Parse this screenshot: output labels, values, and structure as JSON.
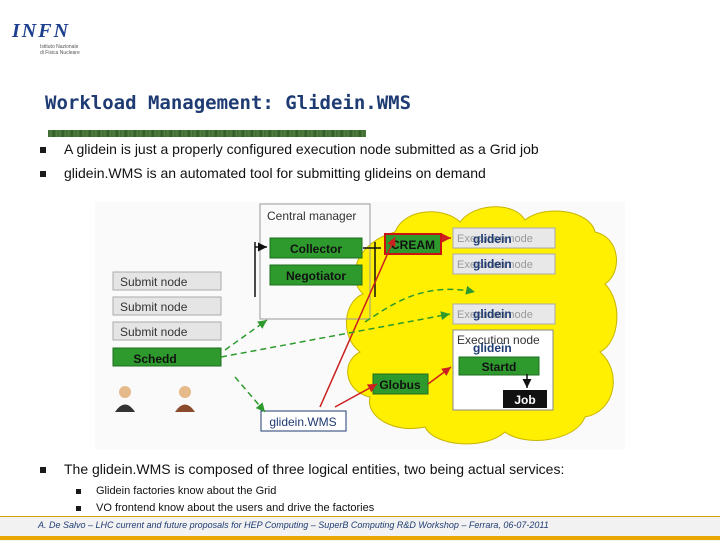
{
  "logo": {
    "text": "INFN",
    "sub_line1": "Istituto Nazionale",
    "sub_line2": "di Fisica Nucleare"
  },
  "title": "Workload Management: Glidein.WMS",
  "bullets": [
    "A glidein is just a properly configured execution node submitted as a Grid job",
    "glidein.WMS is an automated tool for submitting glideins on demand"
  ],
  "diagram": {
    "central_manager": "Central manager",
    "collector": "Collector",
    "negotiator": "Negotiator",
    "submit_node": "Submit node",
    "schedd": "Schedd",
    "cream": "CREAM",
    "globus": "Globus",
    "glideinwms": "glidein.WMS",
    "execution_node": "Execution node",
    "glidein": "glidein",
    "startd": "Startd",
    "job": "Job"
  },
  "bullet3": "The glidein.WMS is composed of three logical entities, two being actual services:",
  "sub_bullets": [
    "Glidein factories know about the Grid",
    "VO frontend know about the users and drive the factories"
  ],
  "footer": "A. De Salvo – LHC current and future proposals for HEP Computing – SuperB Computing R&D Workshop – Ferrara, 06-07-2011",
  "colors": {
    "accent_green": "#2e9a2e",
    "cloud_yellow": "#ffef00",
    "title_blue": "#1f3b73"
  }
}
